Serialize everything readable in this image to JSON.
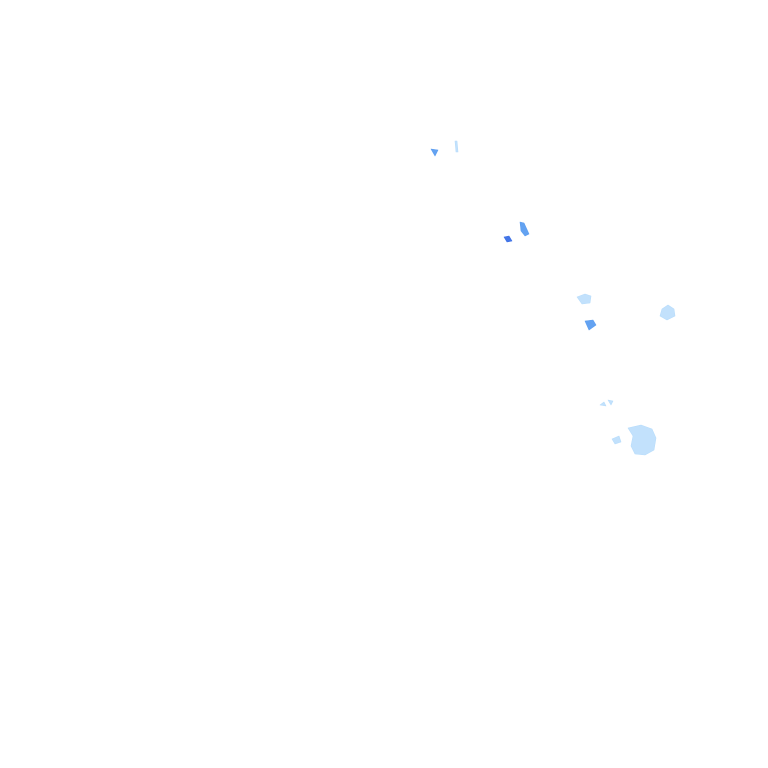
{
  "map": {
    "background": "#ffffff",
    "layer": "precipitation-radar-overlay",
    "intensity_colors": {
      "light": "#b7dcfb",
      "moderate": "#8fc6f6",
      "heavy": "#5b9df0",
      "intense": "#3a6fe6"
    },
    "echo_levels": [
      "heavy",
      "light",
      "intense",
      "heavy",
      "light",
      "heavy",
      "light",
      "light",
      "light",
      "light",
      "light"
    ]
  }
}
